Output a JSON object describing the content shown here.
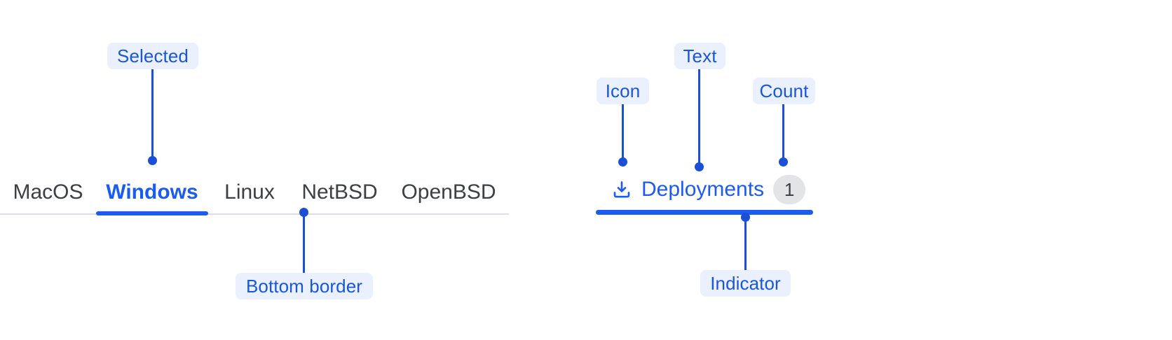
{
  "tabbar": {
    "name": "os-tabs",
    "items": [
      {
        "label": "MacOS",
        "selected": false
      },
      {
        "label": "Windows",
        "selected": true
      },
      {
        "label": "Linux",
        "selected": false
      },
      {
        "label": "NetBSD",
        "selected": false
      },
      {
        "label": "OpenBSD",
        "selected": false
      }
    ]
  },
  "deployments_tab": {
    "icon": "download-icon",
    "label": "Deployments",
    "count": "1",
    "selected": true
  },
  "annotations": [
    {
      "id": "selected",
      "label": "Selected"
    },
    {
      "id": "bottom-border",
      "label": "Bottom border"
    },
    {
      "id": "icon",
      "label": "Icon"
    },
    {
      "id": "text",
      "label": "Text"
    },
    {
      "id": "count",
      "label": "Count"
    },
    {
      "id": "indicator",
      "label": "Indicator"
    }
  ],
  "colors": {
    "accent_blue": "#1a5cf0",
    "annotation_blue": "#1a56db",
    "annotation_bg": "#eaf0fd",
    "leader_blue": "#1a4fd6",
    "divider_gray": "#dcdfe4",
    "tab_text_gray": "#3c4043",
    "badge_bg": "#e3e4e6"
  }
}
